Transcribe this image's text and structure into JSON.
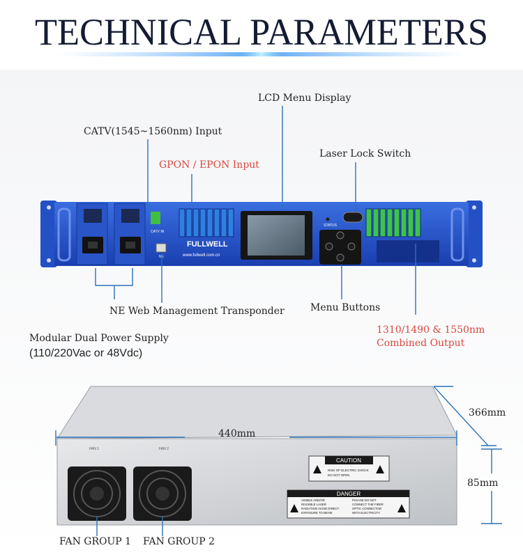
{
  "title": "TECHNICAL PARAMETERS",
  "front_labels": {
    "lcd": "LCD Menu Display",
    "catv": "CATV(1545~1560nm) Input",
    "gpon": "GPON / EPON Input",
    "laser_lock": "Laser Lock Switch",
    "ne_web": "NE Web Management Transponder",
    "menu_buttons": "Menu Buttons",
    "output_line1": "1310/1490 & 1550nm",
    "output_line2": "Combined Output",
    "power_line1": "Modular Dual Power Supply",
    "power_line2": "(110/220Vac or 48Vdc)"
  },
  "device_text": {
    "brand": "FULLWELL",
    "website": "www.fullwell.com.cn",
    "status": "STATUS",
    "catv_in": "CATV IN",
    "ne": "NE"
  },
  "rear_labels": {
    "width": "440mm",
    "depth": "366mm",
    "height": "85mm",
    "fan1": "FAN GROUP 1",
    "fan2": "FAN GROUP 2",
    "fan1_print": "FAN 1",
    "fan2_print": "FAN 2"
  },
  "caution": {
    "title": "CAUTION",
    "text1": "RISK OF ELECTRIC SHOCK",
    "text2": "DO NOT OPEN"
  },
  "danger": {
    "title": "DANGER",
    "left1": "VISIBLE AND/OR",
    "left2": "INVISIBLE LASER",
    "left3": "RADIATION AVOID DIRECT",
    "left4": "EXPOSURE TO BEAM",
    "right1": "PLEASE DO NOT",
    "right2": "CONNECT THE FIBER",
    "right3": "OPTIC CONNECTOR",
    "right4": "WITH ELECTRICITY"
  },
  "colors": {
    "title": "#141c33",
    "accent": "#2c72b8",
    "red": "#d9473d",
    "device_blue": "#1f4fc9"
  }
}
